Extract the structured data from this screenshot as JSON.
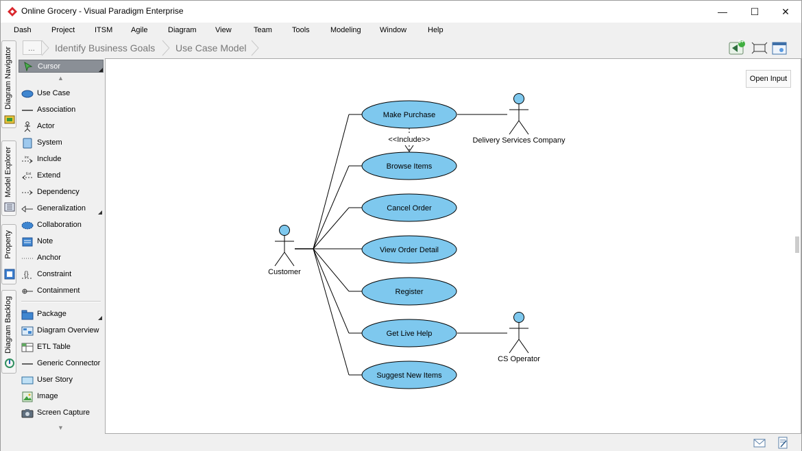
{
  "window": {
    "title": "Online Grocery - Visual Paradigm Enterprise",
    "minimize_glyph": "—",
    "maximize_glyph": "☐",
    "close_glyph": "✕"
  },
  "menu": [
    "Dash",
    "Project",
    "ITSM",
    "Agile",
    "Diagram",
    "View",
    "Team",
    "Tools",
    "Modeling",
    "Window",
    "Help"
  ],
  "breadcrumb": {
    "more": "...",
    "items": [
      "Identify Business Goals",
      "Use Case Model"
    ]
  },
  "toolbar": {
    "notification_badge": "9+"
  },
  "side_tabs": [
    "Diagram Navigator",
    "Model Explorer",
    "Property",
    "Diagram Backlog"
  ],
  "palette": {
    "cursor_label": "Cursor",
    "items": [
      {
        "label": "Use Case",
        "icon": "use-case-icon"
      },
      {
        "label": "Association",
        "icon": "association-icon"
      },
      {
        "label": "Actor",
        "icon": "actor-icon"
      },
      {
        "label": "System",
        "icon": "system-icon"
      },
      {
        "label": "Include",
        "icon": "include-icon"
      },
      {
        "label": "Extend",
        "icon": "extend-icon"
      },
      {
        "label": "Dependency",
        "icon": "dependency-icon"
      },
      {
        "label": "Generalization",
        "icon": "generalization-icon"
      },
      {
        "label": "Collaboration",
        "icon": "collaboration-icon"
      },
      {
        "label": "Note",
        "icon": "note-icon"
      },
      {
        "label": "Anchor",
        "icon": "anchor-icon"
      },
      {
        "label": "Constraint",
        "icon": "constraint-icon"
      },
      {
        "label": "Containment",
        "icon": "containment-icon"
      }
    ],
    "items2": [
      {
        "label": "Package",
        "icon": "package-icon"
      },
      {
        "label": "Diagram Overview",
        "icon": "diagram-overview-icon"
      },
      {
        "label": "ETL Table",
        "icon": "etl-table-icon"
      },
      {
        "label": "Generic Connector",
        "icon": "generic-connector-icon"
      },
      {
        "label": "User Story",
        "icon": "user-story-icon"
      },
      {
        "label": "Image",
        "icon": "image-icon"
      },
      {
        "label": "Screen Capture",
        "icon": "screen-capture-icon"
      }
    ]
  },
  "canvas": {
    "open_input_label": "Open Input"
  },
  "diagram": {
    "actors": {
      "customer": "Customer",
      "delivery": "Delivery Services Company",
      "cs_operator": "CS Operator"
    },
    "use_cases": {
      "make_purchase": "Make Purchase",
      "browse_items": "Browse Items",
      "cancel_order": "Cancel Order",
      "view_order_detail": "View Order Detail",
      "register": "Register",
      "get_live_help": "Get Live Help",
      "suggest_new_items": "Suggest New Items"
    },
    "include_label": "<<Include>>",
    "colors": {
      "use_case_fill": "#7ec8ee",
      "actor_head_fill": "#7ec8ee",
      "stroke": "#000000"
    }
  }
}
